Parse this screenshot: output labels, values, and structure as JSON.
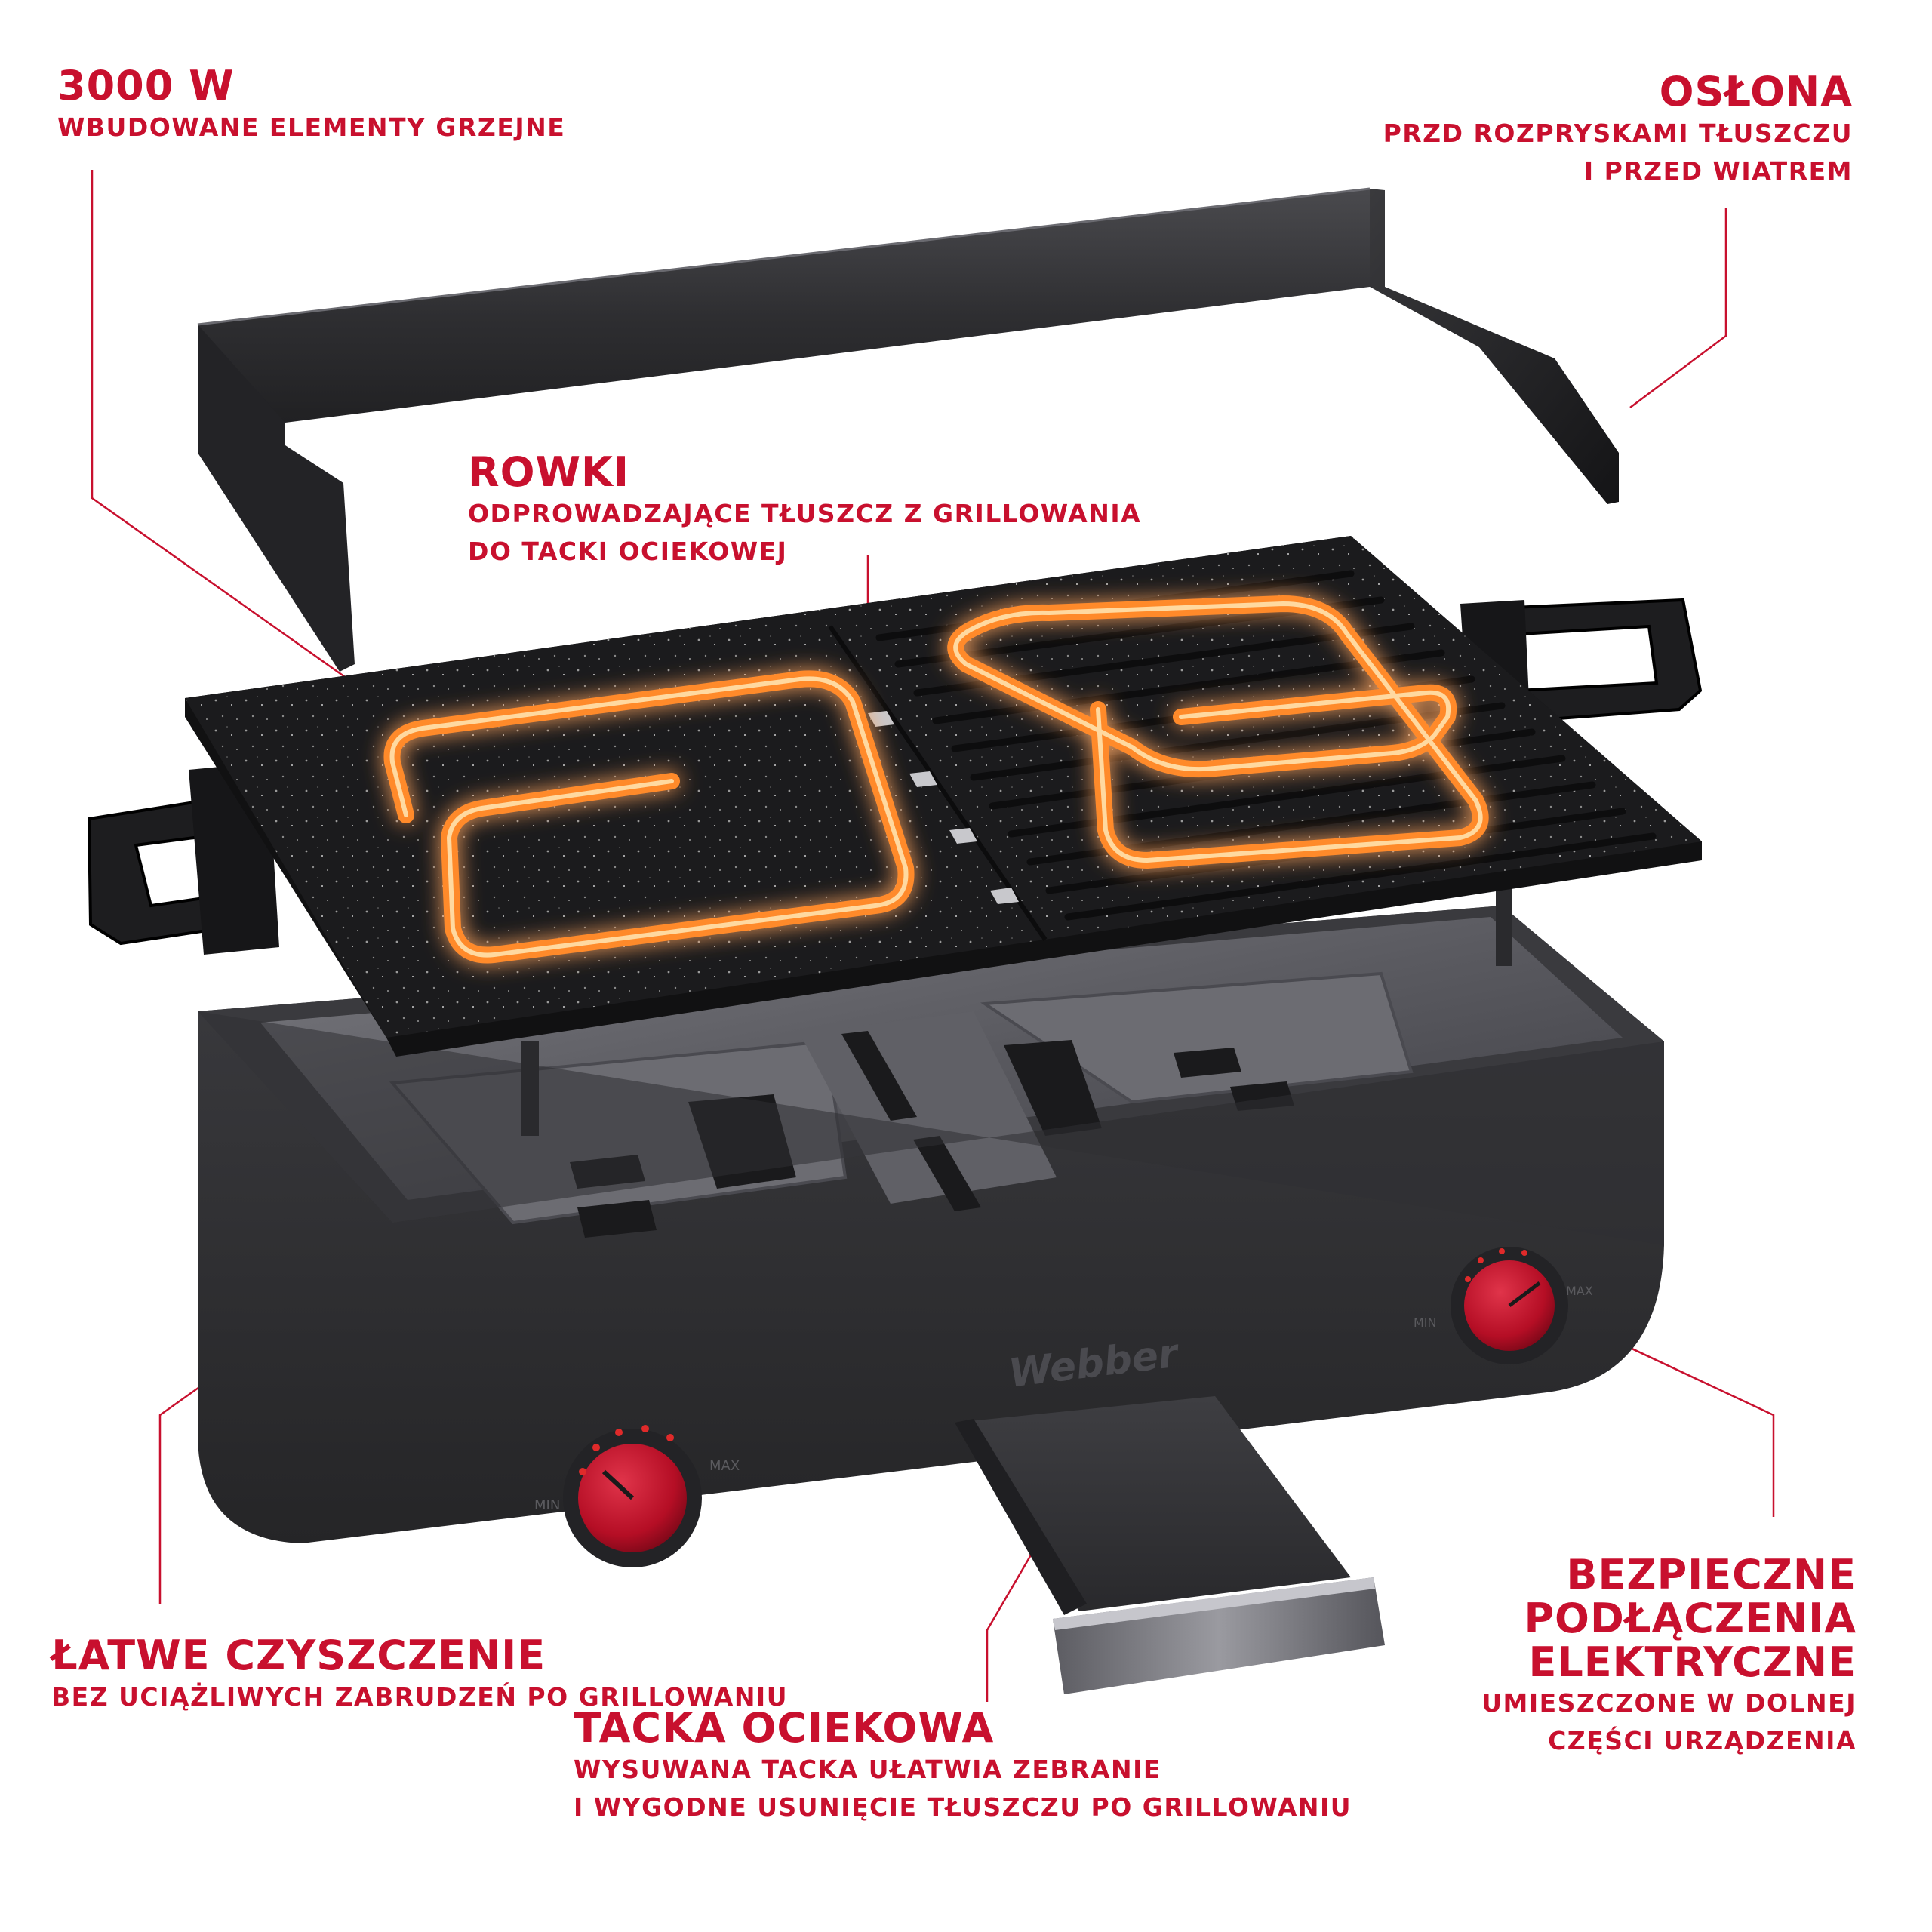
{
  "callouts": {
    "power": {
      "title": "3000 W",
      "lines": [
        "WBUDOWANE ELEMENTY GRZEJNE"
      ]
    },
    "shield": {
      "title": "OSŁONA",
      "lines": [
        "PRZD ROZPRYSKAMI TŁUSZCZU",
        "I PRZED WIATREM"
      ]
    },
    "grooves": {
      "title": "ROWKI",
      "lines": [
        "ODPROWADZAJĄCE TŁUSZCZ Z GRILLOWANIA",
        "DO TACKI OCIEKOWEJ"
      ]
    },
    "clean": {
      "title": "ŁATWE CZYSZCZENIE",
      "lines": [
        "BEZ UCIĄŻLIWYCH ZABRUDZEŃ PO GRILLOWANIU"
      ]
    },
    "safety": {
      "title_lines": [
        "BEZPIECZNE",
        "PODŁĄCZENIA",
        "ELEKTRYCZNE"
      ],
      "lines": [
        "UMIESZCZONE W DOLNEJ",
        "CZĘŚCI URZĄDZENIA"
      ]
    },
    "tray": {
      "title": "TACKA OCIEKOWA",
      "lines": [
        "WYSUWANA TACKA UŁATWIA ZEBRANIE",
        "I WYGODNE USUNIĘCIE TŁUSZCZU PO GRILLOWANIU"
      ]
    }
  },
  "product": {
    "brand": "Webber",
    "knob_left": {
      "min_label": "MIN",
      "max_label": "MAX"
    },
    "knob_right": {
      "min_label": "MIN",
      "max_label": "MAX"
    }
  },
  "colors": {
    "accent": "#c8102e",
    "heating_glow": "#ff7a1a",
    "body_dark": "#2b2b2d",
    "plate_dark": "#1c1c1e",
    "knob_red": "#c8102e"
  }
}
